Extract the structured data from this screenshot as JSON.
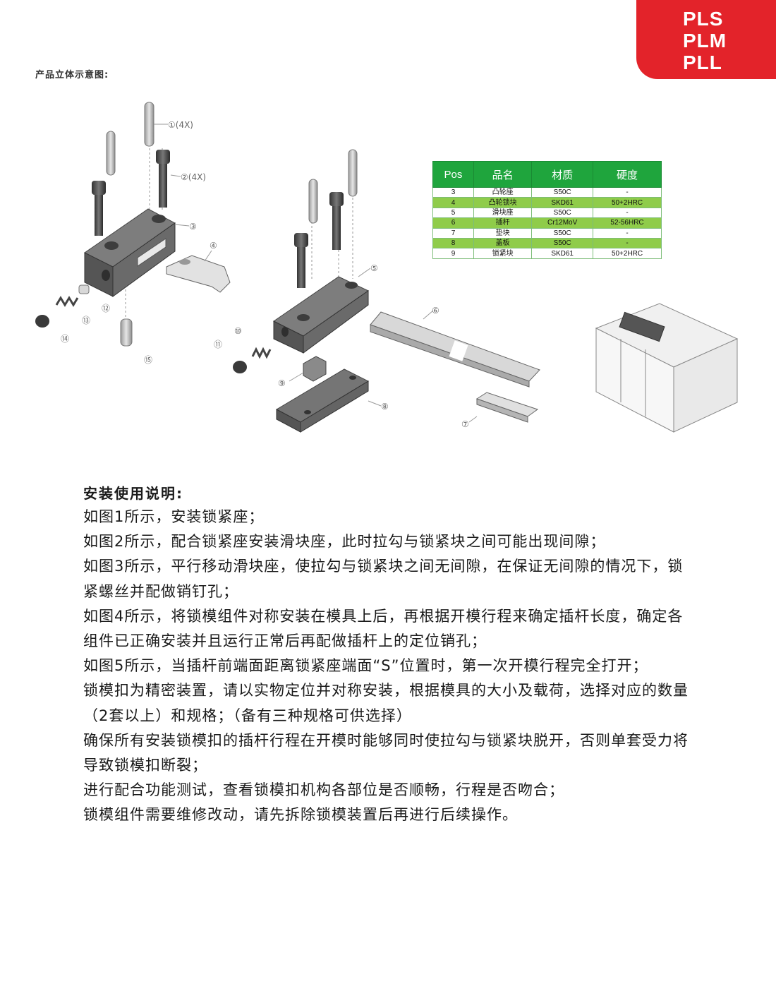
{
  "badge": {
    "lines": [
      "PLS",
      "PLM",
      "PLL"
    ]
  },
  "diagram": {
    "title": "产品立体示意图:",
    "callouts": {
      "c1": "①(4X)",
      "c2": "②(4X)",
      "c3": "③",
      "c4": "④",
      "c5": "⑤",
      "c6": "⑥",
      "c7": "⑦",
      "c8": "⑧",
      "c9": "⑨",
      "c10": "⑩",
      "c11": "⑪",
      "c12": "⑫",
      "c13": "⑬",
      "c14": "⑭",
      "c15": "⑮"
    }
  },
  "spec_table": {
    "headers": [
      "Pos",
      "品名",
      "材质",
      "硬度"
    ],
    "rows": [
      [
        "3",
        "凸轮座",
        "S50C",
        "-"
      ],
      [
        "4",
        "凸轮锁块",
        "SKD61",
        "50+2HRC"
      ],
      [
        "5",
        "滑块座",
        "S50C",
        "-"
      ],
      [
        "6",
        "插杆",
        "Cr12MoV",
        "52-56HRC"
      ],
      [
        "7",
        "垫块",
        "S50C",
        "-"
      ],
      [
        "8",
        "盖板",
        "S50C",
        "-"
      ],
      [
        "9",
        "锁紧块",
        "SKD61",
        "50+2HRC"
      ]
    ]
  },
  "instructions": {
    "heading": "安装使用说明:",
    "paragraphs": [
      "如图1所示，安装锁紧座；",
      "如图2所示，配合锁紧座安装滑块座，此时拉勾与锁紧块之间可能出现间隙；",
      "如图3所示，平行移动滑块座，使拉勾与锁紧块之间无间隙，在保证无间隙的情况下，锁紧螺丝并配做销钉孔；",
      "如图4所示，将锁模组件对称安装在模具上后，再根据开模行程来确定插杆长度，确定各组件已正确安装并且运行正常后再配做插杆上的定位销孔；",
      "如图5所示，当插杆前端面距离锁紧座端面“S”位置时，第一次开模行程完全打开；",
      "锁模扣为精密装置，请以实物定位并对称安装，根据模具的大小及载荷，选择对应的数量（2套以上）和规格；（备有三种规格可供选择）",
      "确保所有安装锁模扣的插杆行程在开模时能够同时使拉勾与锁紧块脱开，否则单套受力将导致锁模扣断裂；",
      "进行配合功能测试，查看锁模扣机构各部位是否顺畅，行程是否吻合；",
      "锁模组件需要维修改动，请先拆除锁模装置后再进行后续操作。"
    ]
  }
}
